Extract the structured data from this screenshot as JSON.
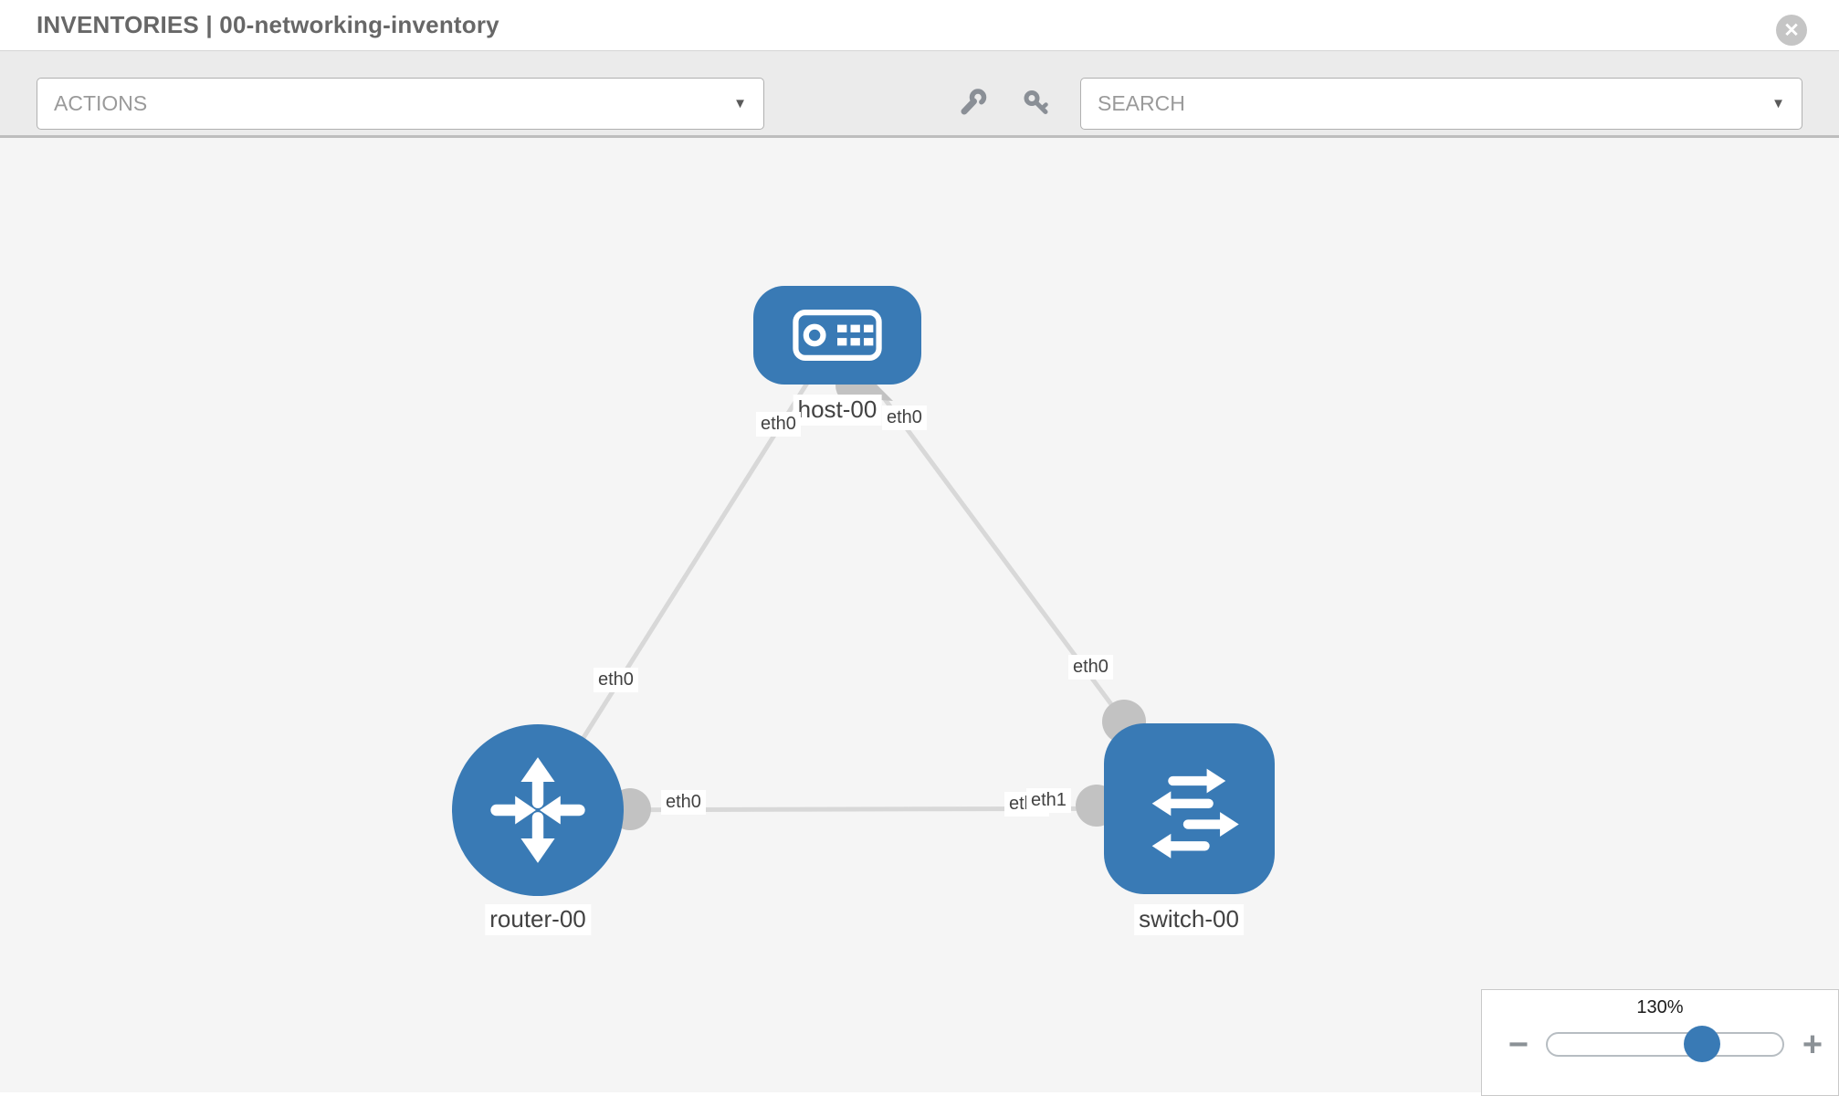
{
  "header": {
    "title": "INVENTORIES | 00-networking-inventory",
    "close_icon": "✕"
  },
  "toolbar": {
    "actions": {
      "label": "ACTIONS",
      "caret": "▼"
    },
    "tools": [
      {
        "icon": "wrench-icon"
      },
      {
        "icon": "key-icon"
      }
    ],
    "search": {
      "placeholder": "SEARCH",
      "caret": "▼"
    }
  },
  "topology": {
    "nodes": [
      {
        "label": "host-00",
        "type": "host"
      },
      {
        "label": "router-00",
        "type": "router"
      },
      {
        "label": "switch-00",
        "type": "switch"
      }
    ],
    "links": [
      {
        "from": "host-00",
        "to": "router-00",
        "from_if": "eth0",
        "to_if": "eth0"
      },
      {
        "from": "host-00",
        "to": "switch-00",
        "from_if": "eth0",
        "to_if": "eth0"
      },
      {
        "from": "router-00",
        "to": "switch-00",
        "from_if": "eth0",
        "to_if": "eth1"
      }
    ],
    "overlapped_label": "eth0"
  },
  "zoom_control": {
    "level": "130%",
    "minus": "−",
    "plus": "+"
  },
  "colors": {
    "node_blue": "#397ab5",
    "link_gray": "#d8d8d8",
    "endpoint_gray": "#c2c2c2",
    "canvas_bg": "#f5f5f5",
    "toolbar_bg": "#ebebeb"
  }
}
